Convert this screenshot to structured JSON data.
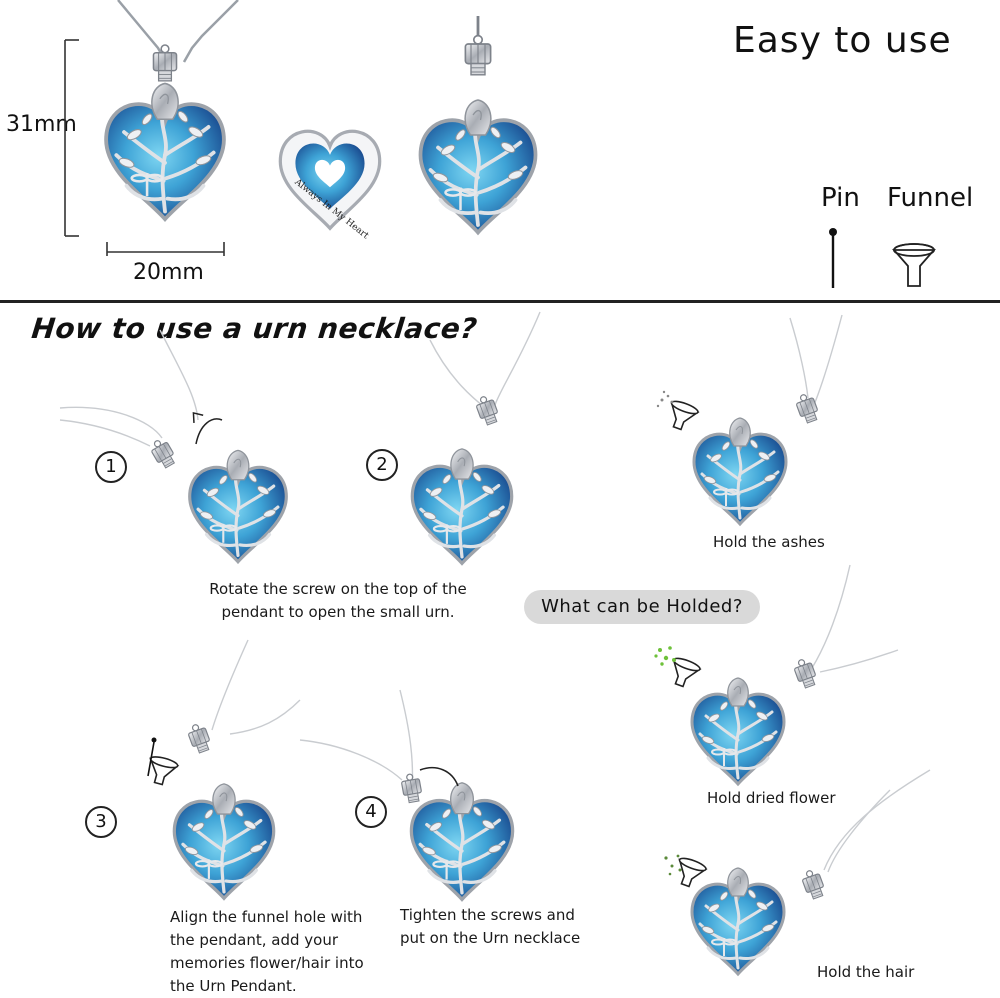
{
  "header": {
    "title": "Easy to use",
    "tools": [
      {
        "label": "Pin",
        "icon": "pin-icon"
      },
      {
        "label": "Funnel",
        "icon": "funnel-icon"
      }
    ],
    "dimensions": {
      "height": "31mm",
      "width": "20mm"
    },
    "engraving": "Always In My Heart"
  },
  "guide": {
    "title": "How to use a urn necklace?",
    "steps": [
      {
        "number": "1",
        "lines": [
          "Rotate the screw on the top of the",
          "pendant to open the small urn."
        ]
      },
      {
        "number": "2",
        "lines": []
      },
      {
        "number": "3",
        "lines": [
          "Align the funnel hole with",
          "the pendant, add your",
          "memories flower/hair into",
          "the Urn Pendant."
        ]
      },
      {
        "number": "4",
        "lines": [
          "Tighten the screws and",
          "put on the Urn necklace"
        ]
      }
    ],
    "question": "What can be Holded?",
    "uses": [
      "Hold the ashes",
      "Hold dried flower",
      "Hold the hair"
    ]
  },
  "colors": {
    "crystal_dark": "#1e5fa8",
    "crystal_light": "#4fb6e0",
    "silver": "#c9ccd1",
    "ink": "#111111",
    "pill": "#d9d9d9"
  }
}
